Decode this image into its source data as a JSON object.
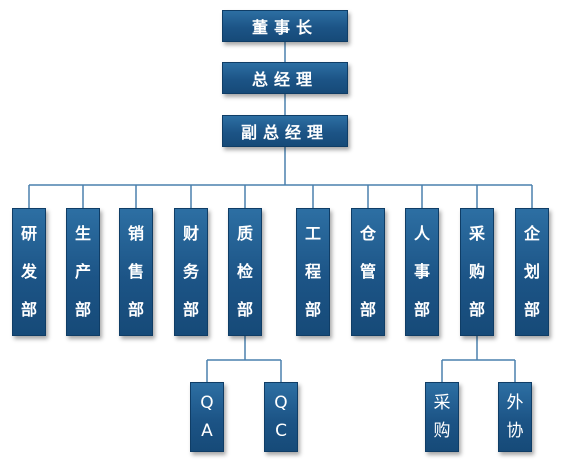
{
  "top": [
    "董事长",
    "总经理",
    "副总经理"
  ],
  "departments": [
    [
      "研",
      "发",
      "部"
    ],
    [
      "生",
      "产",
      "部"
    ],
    [
      "销",
      "售",
      "部"
    ],
    [
      "财",
      "务",
      "部"
    ],
    [
      "质",
      "检",
      "部"
    ],
    [
      "工",
      "程",
      "部"
    ],
    [
      "仓",
      "管",
      "部"
    ],
    [
      "人",
      "事",
      "部"
    ],
    [
      "采",
      "购",
      "部"
    ],
    [
      "企",
      "划",
      "部"
    ]
  ],
  "qc_children": [
    [
      "Q",
      "A"
    ],
    [
      "Q",
      "C"
    ]
  ],
  "purchase_children": [
    [
      "采",
      "购"
    ],
    [
      "外",
      "协"
    ]
  ],
  "colors": {
    "box": "#1c5486",
    "line": "#4a80ad"
  }
}
